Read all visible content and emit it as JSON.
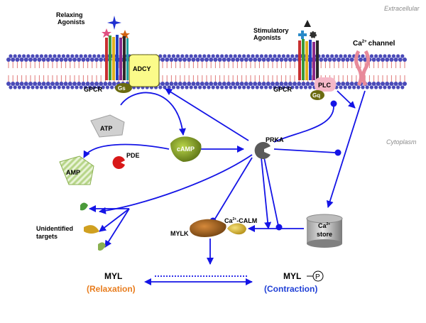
{
  "regions": {
    "extracellular": "Extracellular",
    "cytoplasm": "Cytoplasm"
  },
  "labels": {
    "relaxing_agonists_1": "Relaxing",
    "relaxing_agonists_2": "Agonists",
    "stimulatory_agonists_1": "Stimulatory",
    "stimulatory_agonists_2": "Agonists",
    "gpcr_left": "GPCR",
    "gpcr_right": "GPCR",
    "gs": "Gs",
    "gq": "Gq",
    "adcy": "ADCY",
    "plc": "PLC",
    "ca_channel_prefix": "Ca",
    "ca_channel_sup": "2+",
    "ca_channel_suffix": "channel",
    "atp": "ATP",
    "camp": "cAMP",
    "amp": "AMP",
    "pde": "PDE",
    "prka": "PRKA",
    "unidentified_1": "Unidentified",
    "unidentified_2": "targets",
    "mylk": "MYLK",
    "ca_calm_prefix": "Ca",
    "ca_calm_sup": "2+",
    "ca_calm_suffix": "-CALM",
    "ca_store_prefix": "Ca",
    "ca_store_sup": "2+",
    "ca_store_suffix": "store",
    "myl_left": "MYL",
    "myl_right": "MYL",
    "phospho": "P",
    "relaxation": "(Relaxation)",
    "contraction": "(Contraction)"
  },
  "colors": {
    "arrow": "#1414e6",
    "membrane_head": "#4a4ab8",
    "membrane_tail": "#e07a7a",
    "relaxation": "#e87d1e",
    "contraction": "#1f3fd6",
    "region_label": "#8a8a8a"
  }
}
